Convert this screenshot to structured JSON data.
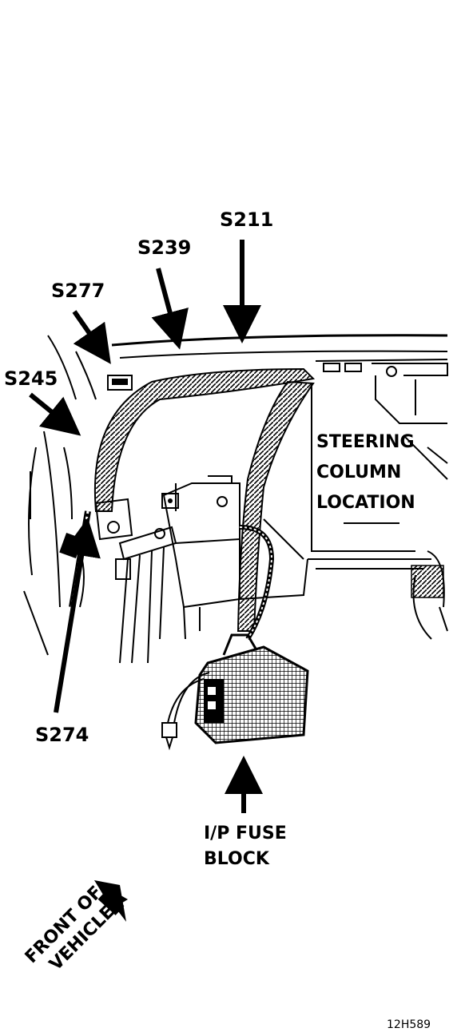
{
  "callouts": {
    "s211": "S211",
    "s239": "S239",
    "s277": "S277",
    "s245": "S245",
    "s274": "S274"
  },
  "labels": {
    "steering_line1": "STEERING",
    "steering_line2": "COLUMN",
    "steering_line3": "LOCATION",
    "fuse_line1": "I/P FUSE",
    "fuse_line2": "BLOCK",
    "front_line1": "FRONT OF",
    "front_line2": "VEHICLE",
    "figure_code": "12H589"
  }
}
